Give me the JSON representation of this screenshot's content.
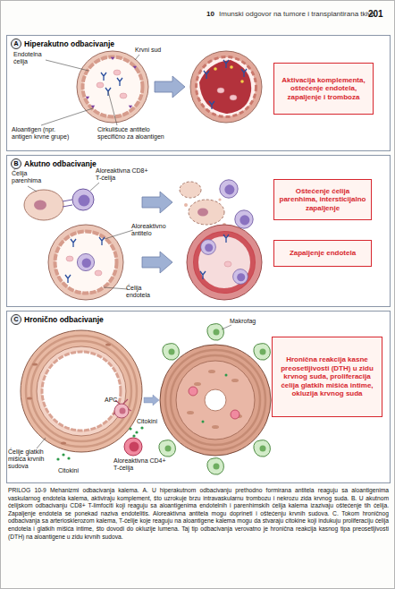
{
  "diagram": {
    "caption": "PRILOG 10-9 Mehanizmi odbacivanja kalema. A. U hiperakutnom odbacivanju prethodno formirana antitela reaguju sa aloantigenima vaskularnog endotela kalema, aktiviraju komplement, što uzrokuje brzu intravaskularnu trombozu i nekrozu zida krvnog suda. B. U akutnom ćelijskom odbacivanju CD8+ T-limfociti koji reaguju sa aloantigenima endotelnih i parenhimskih ćelija kalema izazivaju oštećenje tih ćelija. Zapaljenje endotela se ponekad naziva endotelitis. Aloreaktivna antitela mogu doprineti i oštećenju krvnih sudova. C. Tokom hroničnog odbacivanja sa arteriosklerozom kalema, T-ćelije koje reaguju na aloantigene kalema mogu da stvaraju citokine koji indukuju proliferaciju ćelija endotela i glatkih mišića intime, što dovodi do okluzije lumena. Taj tip odbacivanja verovatno je hronična reakcija kasnog tipa preosetljivosti (DTH) na aloantigene u zidu krvnih sudova.",
    "nodes": [
      {
        "text": [
          "A",
          "Hiperakutno odbacivanje"
        ]
      },
      {
        "text": [
          "Aktivacija komplementa, oštećenje endotela, zapaljenje i tromboza"
        ],
        "in": 0
      },
      {
        "text": [
          "B",
          "Akutno odbacivanje"
        ]
      },
      {
        "text": [
          "Oštećenje ćelija parenhima, intersticijalno zapaljenje"
        ],
        "in": 2
      },
      {
        "text": [
          "Zapaljenje endotela"
        ],
        "in": 2
      },
      {
        "text": [
          "C",
          "Hronično odbacivanje"
        ]
      },
      {
        "text": [
          "Hronična reakcija kasne preosetljivosti (DTH) u zidu krvnog suda, proliferacija ćelija glatkih mišića intime, okluzija krvnog suda"
        ],
        "in": 5
      }
    ],
    "labels": [
      "10",
      "Imunski odgovor na tumore i transplantirana tkiva",
      "201",
      "Endotelna ćelija",
      "Krvni sud",
      "Aloantigen (npr. antigen krvne grupe)",
      "Cirkulišuće antitelo specifično za aloantigen",
      "Ćelija parenhima",
      "Aloreaktivna CD8+ T-ćelija",
      "Aloreaktivno antitelo",
      "Ćelija endotela",
      "Makrofag",
      "APC",
      "Citokini",
      "Ćelije glatkih mišića krvnih sudova",
      "Citokini",
      "Aloreaktivna CD4+ T-ćelija"
    ]
  }
}
